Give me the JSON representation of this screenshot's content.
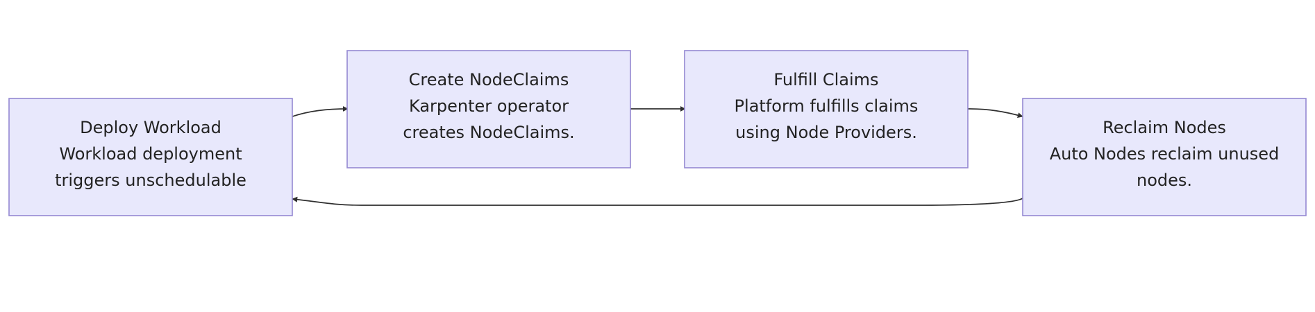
{
  "diagram": {
    "nodes": [
      {
        "id": "deploy",
        "title": "Deploy Workload",
        "lines": [
          "Workload deployment",
          "triggers unschedulable"
        ]
      },
      {
        "id": "create",
        "title": "Create NodeClaims",
        "lines": [
          "Karpenter operator",
          "creates NodeClaims."
        ]
      },
      {
        "id": "fulfill",
        "title": "Fulfill Claims",
        "lines": [
          "Platform fulfills claims",
          "using Node Providers."
        ]
      },
      {
        "id": "reclaim",
        "title": "Reclaim Nodes",
        "lines": [
          "Auto Nodes reclaim unused",
          "nodes."
        ]
      }
    ],
    "edges": [
      {
        "from": "deploy",
        "to": "create"
      },
      {
        "from": "create",
        "to": "fulfill"
      },
      {
        "from": "fulfill",
        "to": "reclaim"
      },
      {
        "from": "reclaim",
        "to": "deploy"
      }
    ],
    "colors": {
      "node_fill": "#e8e8fc",
      "node_border": "#9488d2",
      "text": "#222222",
      "edge": "#2f2f2f",
      "background": "#ffffff"
    }
  }
}
